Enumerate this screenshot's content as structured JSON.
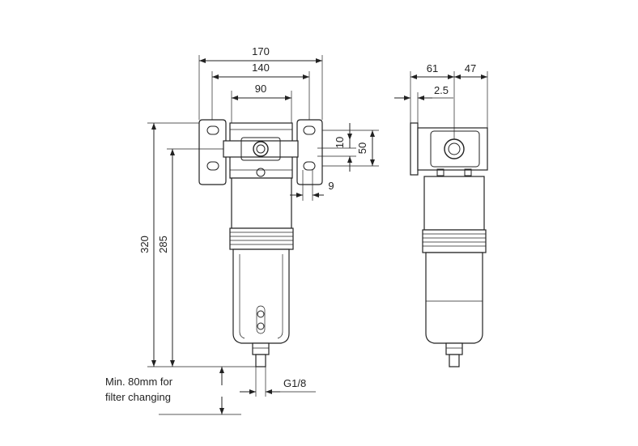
{
  "dimensions": {
    "front_width_overall": "170",
    "front_width_mount": "140",
    "front_width_body": "90",
    "bracket_slot": "10",
    "bracket_height": "50",
    "bracket_offset": "9",
    "height_total": "320",
    "height_body": "285",
    "drain_port": "G1/8",
    "side_depth_left": "61",
    "side_depth_right": "47",
    "side_offset": "2.5"
  },
  "note": {
    "line1": "Min. 80mm for",
    "line2": "filter changing"
  }
}
